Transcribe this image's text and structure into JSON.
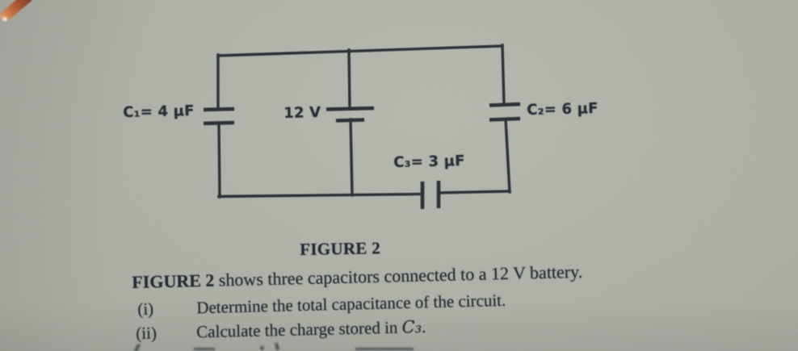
{
  "photo": {
    "background_hex": "#a9aca3",
    "ink_hex": "#272b32"
  },
  "circuit": {
    "labels": {
      "c1": "C₁= 4 μF",
      "battery_voltage": "12 V",
      "c2": "C₂= 6 μF",
      "c3": "C₃= 3 μF"
    }
  },
  "caption": "FIGURE 2",
  "problem": {
    "intro_bold": "FIGURE 2",
    "intro_rest": " shows three capacitors connected to a 12 V battery.",
    "items": [
      {
        "marker": "(i)",
        "text": "Determine the total capacitance of the circuit."
      },
      {
        "marker": "(ii)",
        "prefix": "Calculate the charge stored in ",
        "symbol": "C₃",
        "suffix": "."
      }
    ]
  }
}
